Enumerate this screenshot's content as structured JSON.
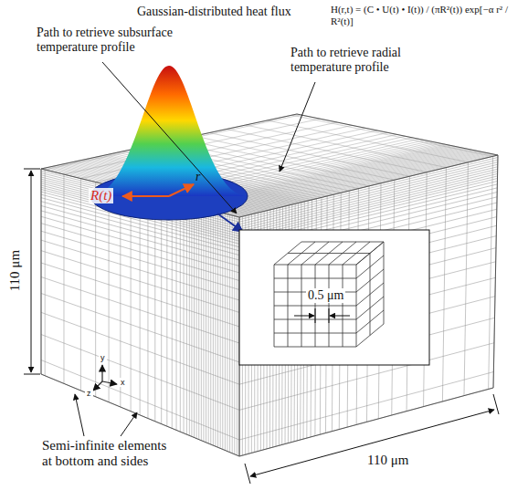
{
  "diagram": {
    "labels": [
      "Gaussian-distributed heat flux",
      "H(r,t) = (C • U(t) • I(t)) / (πR²(t)) exp[−α r² / R²(t)]",
      "Path to retrieve subsurface temperature profile",
      "Path to retrieve radial temperature profile",
      "R(t)",
      "r",
      "110 μm",
      "0.5 μm",
      "y",
      "x",
      "z",
      "Semi-infinite elements at bottom and sides",
      "110 μm"
    ]
  }
}
